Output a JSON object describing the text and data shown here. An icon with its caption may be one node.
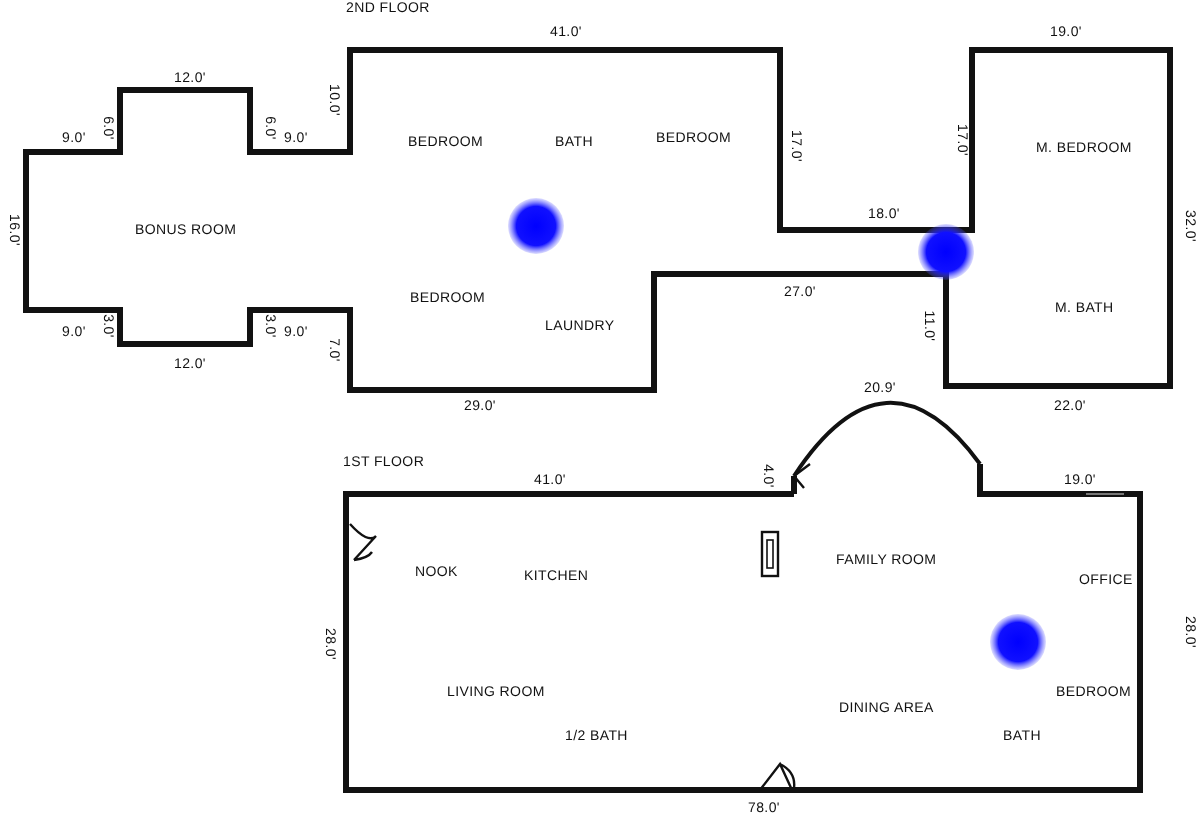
{
  "diagram": {
    "labels": [
      "2ND FLOOR",
      "41.0'",
      "19.0'",
      "12.0'",
      "10.0'",
      "9.0'",
      "6.0'",
      "6.0'",
      "9.0'",
      "BEDROOM",
      "BATH",
      "BEDROOM",
      "17.0'",
      "17.0'",
      "M. BEDROOM",
      "16.0'",
      "BONUS ROOM",
      "32.0'",
      "18.0'",
      "27.0'",
      "BEDROOM",
      "M. BATH",
      "11.0'",
      "LAUNDRY",
      "9.0'",
      "3.0'",
      "3.0'",
      "9.0'",
      "7.0'",
      "12.0'",
      "20.9'",
      "29.0'",
      "22.0'",
      "1ST FLOOR",
      "4.0'",
      "41.0'",
      "19.0'",
      "NOOK",
      "KITCHEN",
      "FAMILY ROOM",
      "OFFICE",
      "28.0'",
      "28.0'",
      "LIVING ROOM",
      "BEDROOM",
      "DINING AREA",
      "1/2 BATH",
      "BATH",
      "78.0'"
    ]
  }
}
